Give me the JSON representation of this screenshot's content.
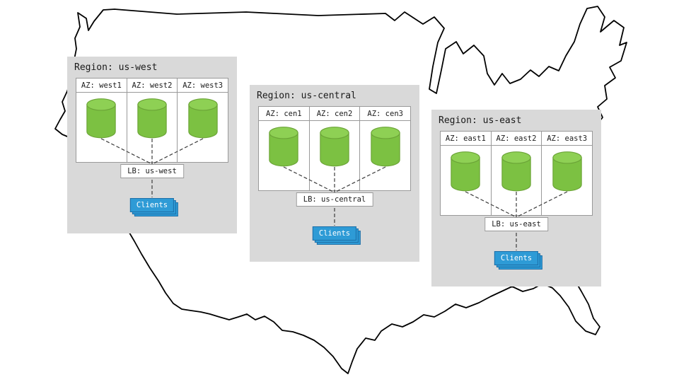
{
  "regions": [
    {
      "title": "Region: us-west",
      "azs": [
        "AZ: west1",
        "AZ: west2",
        "AZ: west3"
      ],
      "lb": "LB: us-west",
      "clients": "Clients"
    },
    {
      "title": "Region: us-central",
      "azs": [
        "AZ: cen1",
        "AZ: cen2",
        "AZ: cen3"
      ],
      "lb": "LB: us-central",
      "clients": "Clients"
    },
    {
      "title": "Region: us-east",
      "azs": [
        "AZ: east1",
        "AZ: east2",
        "AZ: east3"
      ],
      "lb": "LB: us-east",
      "clients": "Clients"
    }
  ],
  "icons": {
    "database": "database-cylinder-icon",
    "map": "us-map-outline"
  },
  "colors": {
    "region_bg": "#d9d9d9",
    "panel_bg": "#ffffff",
    "panel_border": "#999999",
    "cylinder_body": "#7cc142",
    "cylinder_top": "#8ed054",
    "cylinder_stroke": "#6ba437",
    "clients_bg": "#2e9bd6",
    "clients_border": "#1c6fa8",
    "connector": "#3d3d3d",
    "map_stroke": "#000000",
    "text": "#1a1a1a"
  }
}
